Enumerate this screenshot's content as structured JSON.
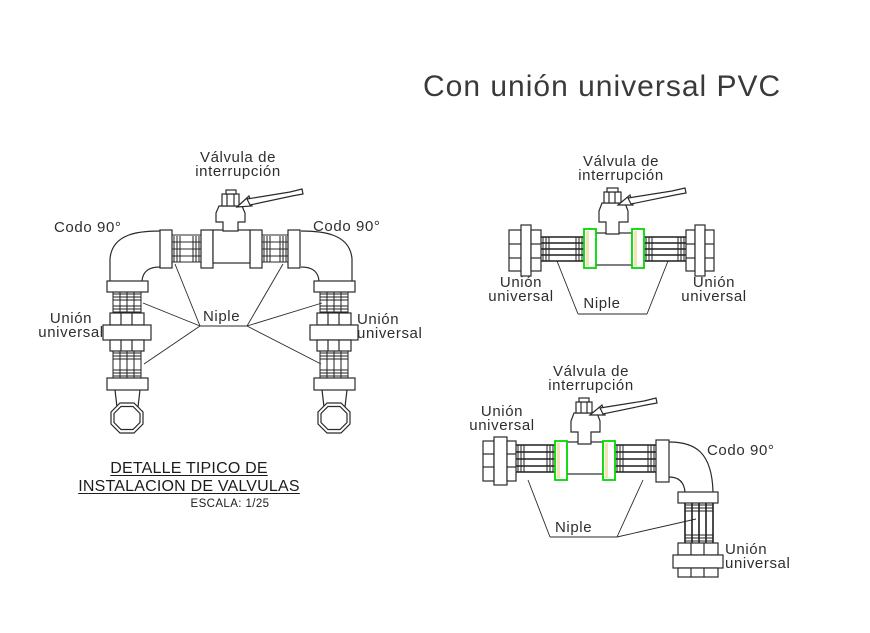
{
  "title": "Con unión universal PVC",
  "colors": {
    "line": "#2a2a2a",
    "highlight_green": "#00d800",
    "highlight_cream": "#f2e3b3"
  },
  "left_diagram": {
    "valve_label": {
      "line1": "Válvula de",
      "line2": "interrupción"
    },
    "codo_left": "Codo 90°",
    "codo_right": "Codo 90°",
    "union_left": {
      "line1": "Unión",
      "line2": "universal"
    },
    "union_right": {
      "line1": "Unión",
      "line2": "universal"
    },
    "niple_label": "Niple",
    "caption": {
      "line1": "DETALLE TIPICO DE",
      "line2": "INSTALACION DE VALVULAS",
      "scale": "ESCALA: 1/25"
    }
  },
  "top_right_diagram": {
    "valve_label": {
      "line1": "Válvula de",
      "line2": "interrupción"
    },
    "union_left": {
      "line1": "Unión",
      "line2": "universal"
    },
    "union_right": {
      "line1": "Unión",
      "line2": "universal"
    },
    "niple_label": "Niple"
  },
  "bottom_right_diagram": {
    "valve_label": {
      "line1": "Válvula de",
      "line2": "interrupción"
    },
    "union_top_left": {
      "line1": "Unión",
      "line2": "universal"
    },
    "codo_right": "Codo 90°",
    "niple_label": "Niple",
    "union_bottom_right": {
      "line1": "Unión",
      "line2": "universal"
    }
  }
}
